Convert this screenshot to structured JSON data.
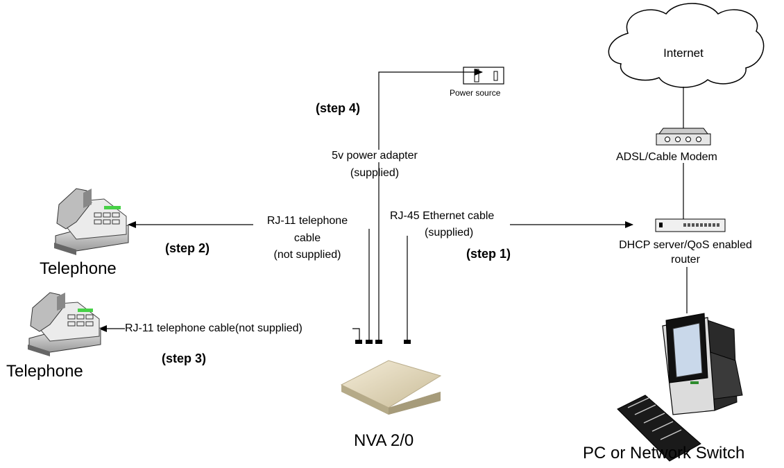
{
  "labels": {
    "internet": "Internet",
    "modem": "ADSL/Cable Modem",
    "router_line1": "DHCP server/QoS enabled",
    "router_line2": "router",
    "pc": "PC or Network Switch",
    "nva": "NVA 2/0",
    "power_source": "Power source",
    "telephone_top": "Telephone",
    "telephone_bottom": "Telephone"
  },
  "cables": {
    "power_line1": "5v power adapter",
    "power_line2": "(supplied)",
    "ethernet_line1": "RJ-45 Ethernet cable",
    "ethernet_line2": "(supplied)",
    "rj11_top_line1": "RJ-11 telephone",
    "rj11_top_line2": "cable",
    "rj11_top_line3": "(not supplied)",
    "rj11_bottom": "RJ-11 telephone cable(not supplied)"
  },
  "steps": {
    "step1": "(step 1)",
    "step2": "(step 2)",
    "step3": "(step 3)",
    "step4": "(step 4)"
  }
}
